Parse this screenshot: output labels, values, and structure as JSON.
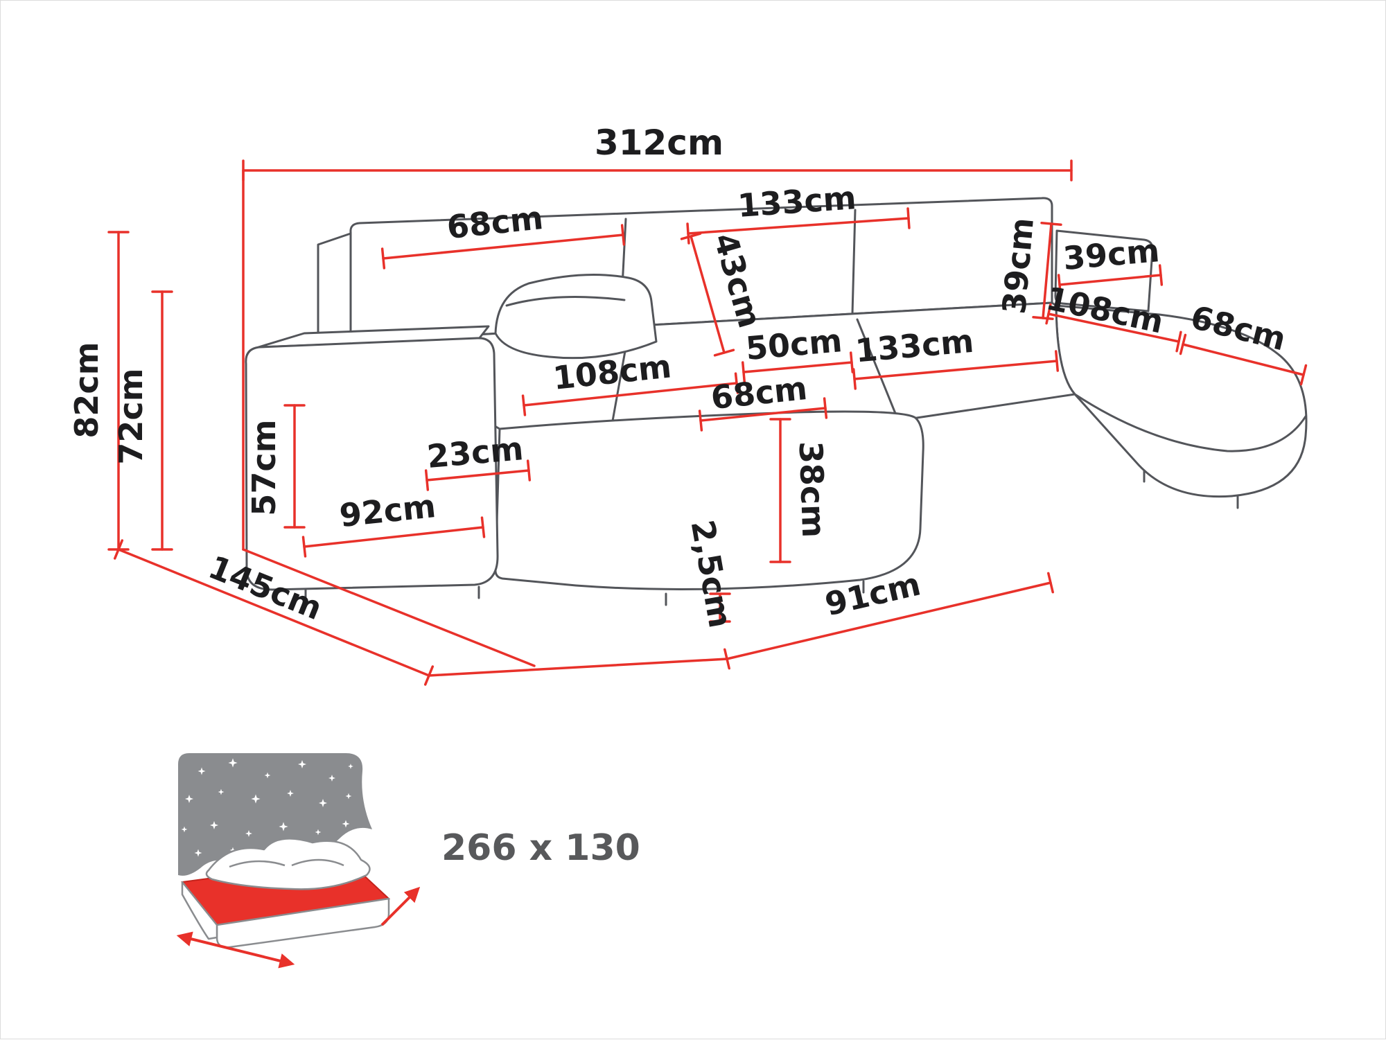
{
  "colors": {
    "dimension_line": "#e8312a",
    "outline": "#53555a",
    "label_text": "#1d1d1f",
    "icon_gray": "#8a8c8f"
  },
  "dimensions": {
    "overall_width": "312cm",
    "overall_height": "82cm",
    "backrest_total_height": "72cm",
    "side_depth": "145cm",
    "back_cushion_left": "68cm",
    "back_cushion_middle": "133cm",
    "backrest_height": "43cm",
    "headrest_height": "39cm",
    "headrest_width": "39cm",
    "chaise_right_length": "108cm",
    "chaise_right_width": "68cm",
    "seat_depth": "50cm",
    "seat_middle_width": "133cm",
    "chaise_left_length": "108cm",
    "seat_left_width": "68cm",
    "armrest_height": "57cm",
    "armrest_width": "23cm",
    "armrest_length": "92cm",
    "seat_height": "38cm",
    "ground_clearance": "2,5cm",
    "chaise_front_width": "91cm"
  },
  "sleeping_area": {
    "label": "266 x 130"
  },
  "icons": {
    "sleeping_function": "fold-out-bed-with-starry-headboard-icon"
  }
}
